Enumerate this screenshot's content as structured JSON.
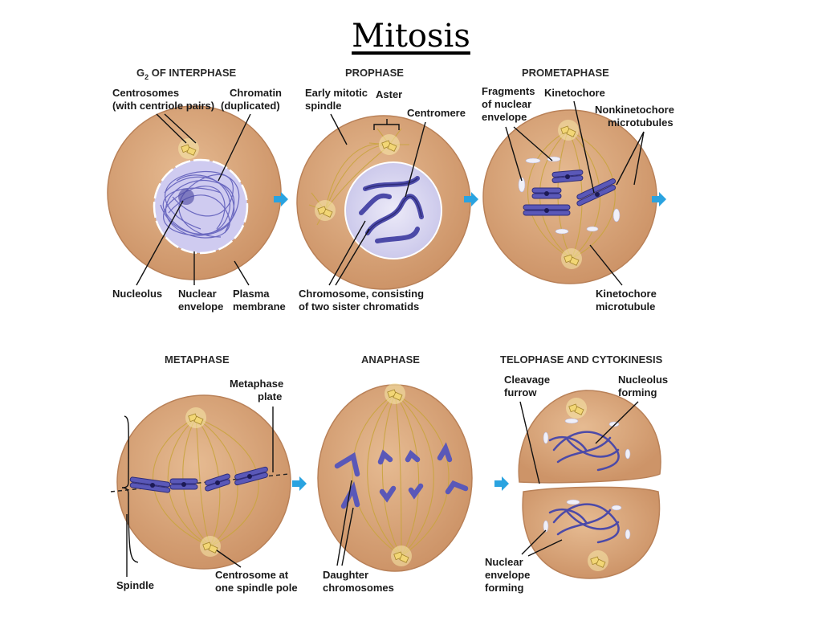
{
  "title": "Mitosis",
  "panels": {
    "g2": {
      "header_main": "G",
      "header_sub": "2",
      "header_rest": " OF INTERPHASE",
      "labels": {
        "centrosomes_1": "Centrosomes",
        "centrosomes_2": "(with centriole pairs)",
        "chromatin_1": "Chromatin",
        "chromatin_2": "(duplicated)",
        "nucleolus": "Nucleolus",
        "nuclear_envelope_1": "Nuclear",
        "nuclear_envelope_2": "envelope",
        "plasma_membrane_1": "Plasma",
        "plasma_membrane_2": "membrane"
      }
    },
    "prophase": {
      "header": "PROPHASE",
      "labels": {
        "early_spindle_1": "Early mitotic",
        "early_spindle_2": "spindle",
        "aster": "Aster",
        "centromere": "Centromere",
        "chromosome_1": "Chromosome, consisting",
        "chromosome_2": "of two sister chromatids"
      }
    },
    "prometaphase": {
      "header": "PROMETAPHASE",
      "labels": {
        "fragments_1": "Fragments",
        "fragments_2": "of nuclear",
        "fragments_3": "envelope",
        "kinetochore": "Kinetochore",
        "nonkinetochore_1": "Nonkinetochore",
        "nonkinetochore_2": "microtubules",
        "kinetochore_mt_1": "Kinetochore",
        "kinetochore_mt_2": "microtubule"
      }
    },
    "metaphase": {
      "header": "METAPHASE",
      "labels": {
        "plate_1": "Metaphase",
        "plate_2": "plate",
        "spindle": "Spindle",
        "centrosome_1": "Centrosome at",
        "centrosome_2": "one spindle pole"
      }
    },
    "anaphase": {
      "header": "ANAPHASE",
      "labels": {
        "daughter_1": "Daughter",
        "daughter_2": "chromosomes"
      }
    },
    "telophase": {
      "header": "TELOPHASE AND CYTOKINESIS",
      "labels": {
        "cleavage_1": "Cleavage",
        "cleavage_2": "furrow",
        "nucleolus_1": "Nucleolus",
        "nucleolus_2": "forming",
        "envelope_1": "Nuclear",
        "envelope_2": "envelope",
        "envelope_3": "forming"
      }
    }
  },
  "colors": {
    "cell_fill": "#d9a77e",
    "cell_edge": "#b98158",
    "chromosome": "#5a58b8",
    "spindle_fiber": "#c9a43f",
    "arrow": "#2aa3e0",
    "centrosome": "#f5e08a"
  }
}
